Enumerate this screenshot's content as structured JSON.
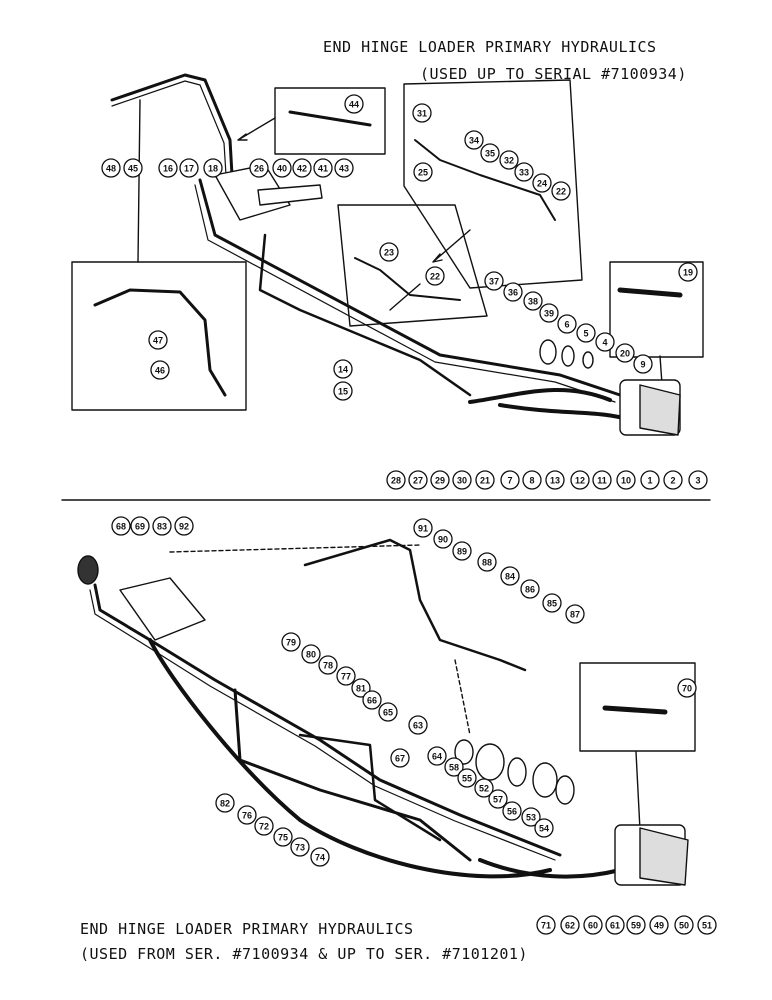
{
  "top_section": {
    "title_line1": "END HINGE LOADER PRIMARY HYDRAULICS",
    "title_line2": "(USED UP TO SERIAL #7100934)"
  },
  "bottom_section": {
    "title_line1": "END HINGE LOADER PRIMARY HYDRAULICS",
    "title_line2": "(USED FROM SER. #7100934 & UP TO SER. #7101201)"
  },
  "callouts": [
    "44",
    "31",
    "34",
    "35",
    "32",
    "33",
    "25",
    "24",
    "22",
    "48",
    "45",
    "16",
    "17",
    "18",
    "26",
    "40",
    "42",
    "41",
    "43",
    "23",
    "22",
    "19",
    "37",
    "36",
    "38",
    "39",
    "6",
    "5",
    "4",
    "20",
    "9",
    "47",
    "46",
    "14",
    "15",
    "28",
    "27",
    "29",
    "30",
    "21",
    "7",
    "8",
    "13",
    "12",
    "11",
    "10",
    "1",
    "2",
    "3",
    "68",
    "69",
    "83",
    "92",
    "91",
    "90",
    "89",
    "88",
    "84",
    "86",
    "85",
    "87",
    "79",
    "80",
    "78",
    "77",
    "81",
    "66",
    "65",
    "63",
    "64",
    "58",
    "55",
    "52",
    "57",
    "56",
    "53",
    "54",
    "70",
    "67",
    "82",
    "76",
    "72",
    "75",
    "73",
    "74",
    "71",
    "62",
    "60",
    "61",
    "59",
    "49",
    "50",
    "51"
  ]
}
